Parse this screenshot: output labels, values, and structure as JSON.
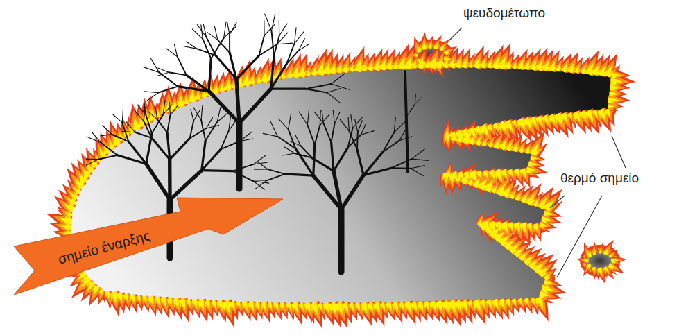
{
  "diagram": {
    "nodes": [
      {
        "text": [
          "σημείο έναρξης"
        ]
      }
    ],
    "labels": [
      "ψευδομέτωπο",
      "θερμό σημείο"
    ]
  }
}
